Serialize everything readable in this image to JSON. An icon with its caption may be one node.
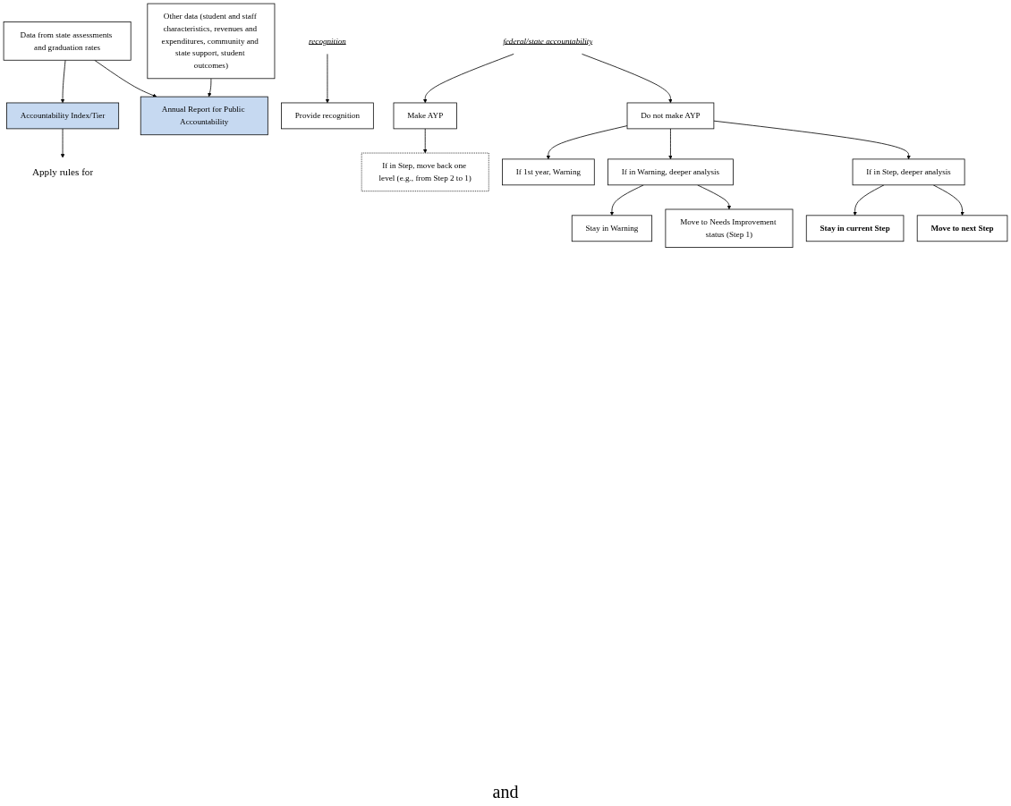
{
  "diagram": {
    "nodes": [
      {
        "text": [
          "Data from state assessments and graduation rates"
        ]
      },
      {
        "text": [
          "Other data (student and staff characteristics, revenues and expenditures, community and state support, student outcomes)"
        ]
      },
      {
        "text": [
          "Accountability Index/Tier"
        ]
      },
      {
        "text": [
          "Annual Report for Public Accountability"
        ]
      },
      {
        "text": [
          "Apply rules for"
        ]
      },
      {
        "text": [
          "recognition"
        ]
      },
      {
        "text": [
          "federal/state accountability"
        ]
      },
      {
        "text": [
          "Provide recognition"
        ]
      },
      {
        "text": [
          "Make AYP"
        ]
      },
      {
        "text": [
          "Do not make AYP"
        ]
      },
      {
        "text": [
          "If in Step, move back one level (e.g., from Step 2 to 1)"
        ]
      },
      {
        "text": [
          "If 1st year, Warning"
        ]
      },
      {
        "text": [
          "If in Warning, deeper analysis"
        ]
      },
      {
        "text": [
          "If in Step, deeper analysis"
        ]
      },
      {
        "text": [
          "Stay in Warning"
        ]
      },
      {
        "text": [
          "Move to Needs Improvement status (Step 1)"
        ]
      },
      {
        "text": [
          "Stay in current Step"
        ]
      },
      {
        "text": [
          "Move to next Step"
        ]
      }
    ],
    "edges": [
      {
        "from": 0,
        "to": 2,
        "arrow": "to"
      },
      {
        "from": 0,
        "to": 3,
        "arrow": "to"
      },
      {
        "from": 1,
        "to": 3,
        "arrow": "to"
      },
      {
        "from": 2,
        "to": 4,
        "arrow": "to"
      },
      {
        "from": 5,
        "to": 7,
        "arrow": "to"
      },
      {
        "from": 6,
        "to": 8,
        "arrow": "to"
      },
      {
        "from": 6,
        "to": 9,
        "arrow": "to"
      },
      {
        "from": 8,
        "to": 10,
        "arrow": "to"
      },
      {
        "from": 9,
        "to": 11,
        "arrow": "to"
      },
      {
        "from": 9,
        "to": 12,
        "arrow": "to"
      },
      {
        "from": 9,
        "to": 13,
        "arrow": "to"
      },
      {
        "from": 12,
        "to": 14,
        "arrow": "to"
      },
      {
        "from": 12,
        "to": 15,
        "arrow": "to"
      },
      {
        "from": 13,
        "to": 16,
        "arrow": "to"
      },
      {
        "from": 13,
        "to": 17,
        "arrow": "to"
      }
    ],
    "labels": [
      "and"
    ]
  }
}
